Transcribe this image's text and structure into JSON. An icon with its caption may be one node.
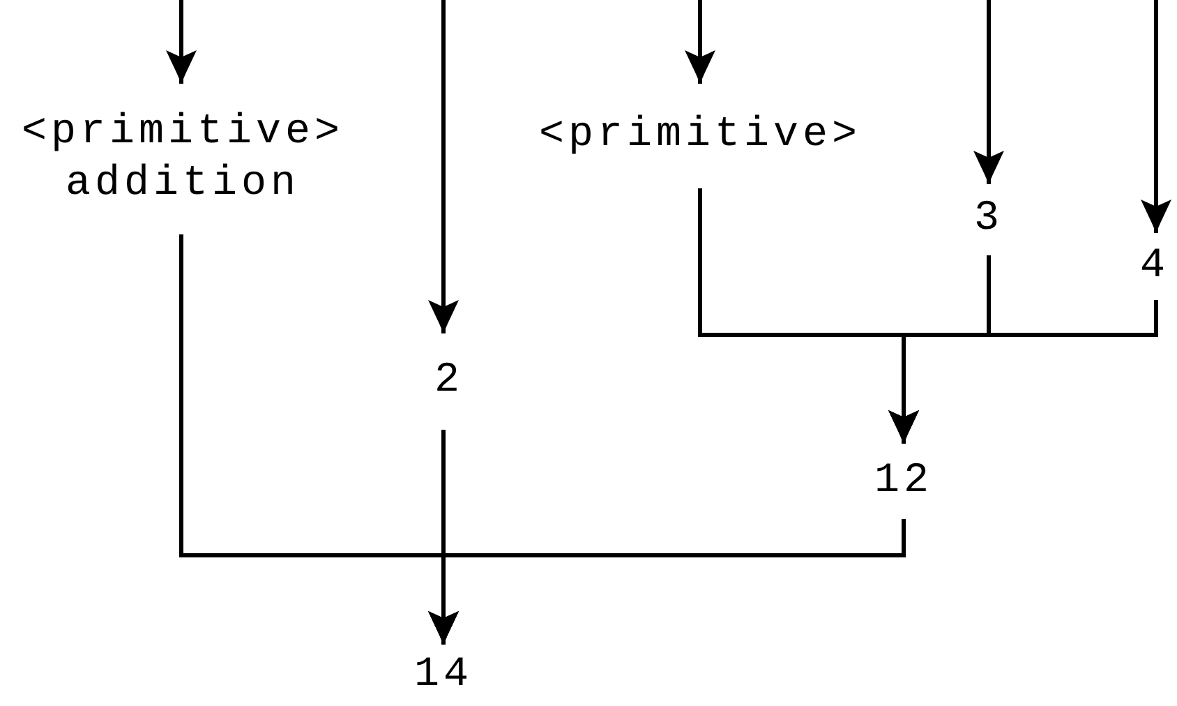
{
  "diagram": {
    "nodes": [
      {
        "text": [
          "<primitive>",
          "addition"
        ]
      },
      {
        "text": [
          "2"
        ]
      },
      {
        "text": [
          "<primitive>"
        ]
      },
      {
        "text": [
          "3"
        ]
      },
      {
        "text": [
          "4"
        ]
      },
      {
        "text": [
          "12"
        ]
      },
      {
        "text": [
          "14"
        ]
      }
    ],
    "edges": [
      {
        "from": null,
        "to": 0,
        "arrow": "to"
      },
      {
        "from": null,
        "to": 1,
        "arrow": "to"
      },
      {
        "from": null,
        "to": 2,
        "arrow": "to"
      },
      {
        "from": null,
        "to": 3,
        "arrow": "to"
      },
      {
        "from": null,
        "to": 4,
        "arrow": "to"
      },
      {
        "from": 2,
        "to": 5,
        "arrow": "to"
      },
      {
        "from": 3,
        "to": 5,
        "arrow": "to"
      },
      {
        "from": 4,
        "to": 5,
        "arrow": "to"
      },
      {
        "from": 0,
        "to": 6,
        "arrow": "to"
      },
      {
        "from": 1,
        "to": 6,
        "arrow": "to"
      },
      {
        "from": 5,
        "to": 6,
        "arrow": "to"
      }
    ]
  }
}
